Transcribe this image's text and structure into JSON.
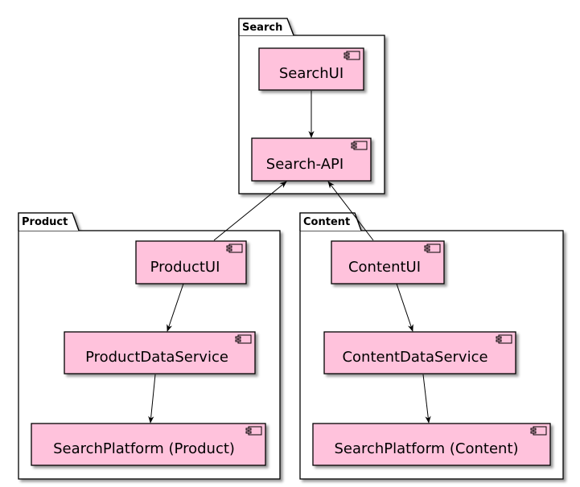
{
  "packages": {
    "search": {
      "label": "Search"
    },
    "product": {
      "label": "Product"
    },
    "content": {
      "label": "Content"
    }
  },
  "components": {
    "search_ui": {
      "label": "SearchUI"
    },
    "search_api": {
      "label": "Search-API"
    },
    "product_ui": {
      "label": "ProductUI"
    },
    "product_data_service": {
      "label": "ProductDataService"
    },
    "search_platform_product": {
      "label": "SearchPlatform (Product)"
    },
    "content_ui": {
      "label": "ContentUI"
    },
    "content_data_service": {
      "label": "ContentDataService"
    },
    "search_platform_content": {
      "label": "SearchPlatform (Content)"
    }
  },
  "colors": {
    "component_fill": "#FFC2DC",
    "stroke": "#000000",
    "background": "#FFFFFF"
  },
  "icons": {
    "component_icon": "uml-component-icon"
  }
}
